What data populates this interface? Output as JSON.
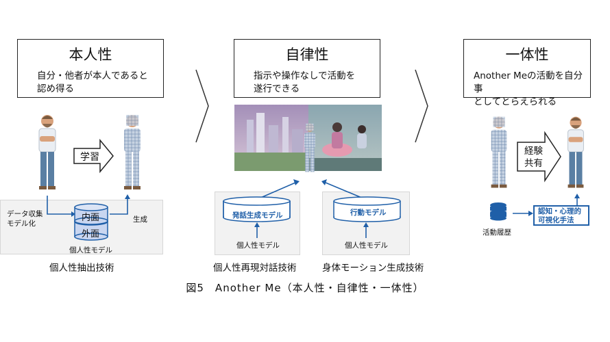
{
  "columns": [
    {
      "title": "本人性",
      "desc_line1": "自分・他者が本人であると",
      "desc_line2": "認め得る"
    },
    {
      "title": "自律性",
      "desc_line1": "指示や操作なしで活動を",
      "desc_line2": "遂行できる"
    },
    {
      "title": "一体性",
      "desc_line1": "Another Meの活動を自分事",
      "desc_line2": "としてとらえられる"
    }
  ],
  "col1": {
    "learn_label": "学習",
    "data_collect_line1": "データ収集",
    "data_collect_line2": "モデル化",
    "inner": "内面",
    "outer": "外面",
    "generate": "生成",
    "model_label": "個人性モデル",
    "tech_caption": "個人性抽出技術"
  },
  "col2": {
    "dialog_model": "発話生成モデル",
    "dialog_sub": "個人性モデル",
    "dialog_caption": "個人性再現対話技術",
    "motion_model": "行動モデル",
    "motion_sub": "個人性モデル",
    "motion_caption": "身体モーション生成技術"
  },
  "col3": {
    "exp_line1": "経験",
    "exp_line2": "共有",
    "history": "活動履歴",
    "cog_line1": "認知・心理的",
    "cog_line2": "可視化手法"
  },
  "figure_caption": "図5　Another Me（本人性・自律性・一体性）",
  "colors": {
    "accent_blue": "#1f5fa8",
    "cylinder_fill": "#c9d6f0",
    "panel_bg": "#f2f2f2"
  },
  "icons": [
    "person-figure",
    "pixelated-person-figure",
    "database-icon",
    "chevron-arrow"
  ]
}
